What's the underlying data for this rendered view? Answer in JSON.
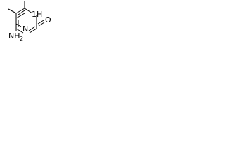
{
  "structure": {
    "atoms": {
      "ring_nh": {
        "element": "N",
        "label": "H",
        "prefix": "1",
        "text": "1H"
      },
      "ring_n": {
        "element": "N",
        "text": "N"
      },
      "oxygen": {
        "element": "O",
        "text": "O"
      },
      "amine": {
        "element": "N",
        "text": "NH",
        "subscript": "2"
      }
    }
  },
  "colors": {
    "bond": "#000000",
    "text": "#000000",
    "background": "#ffffff"
  }
}
